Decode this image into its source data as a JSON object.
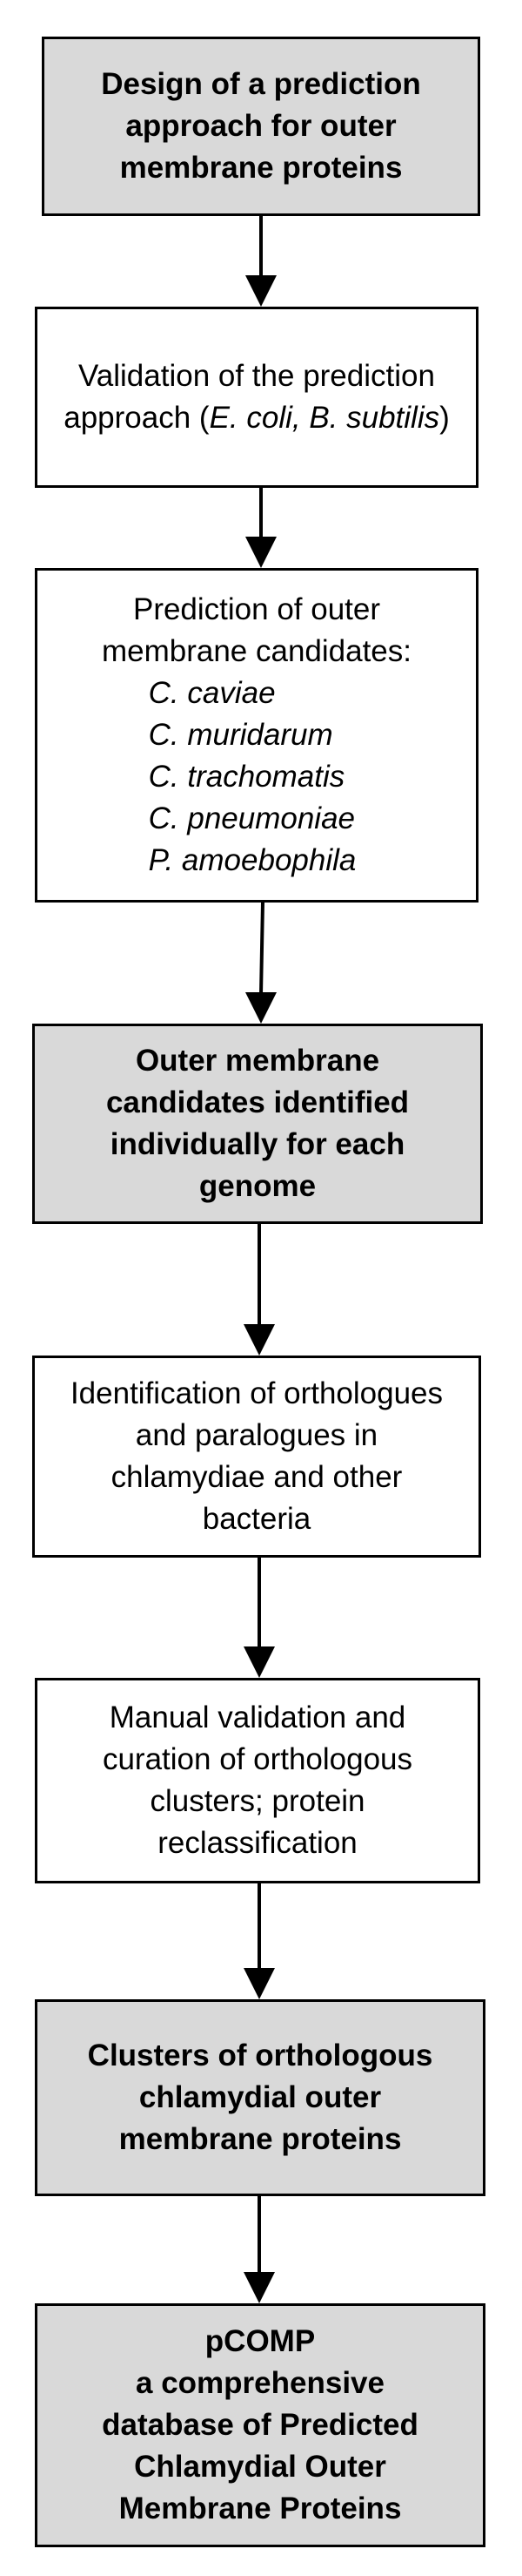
{
  "boxes": {
    "design": {
      "lines": [
        "Design of a prediction",
        "approach for outer",
        "membrane proteins"
      ]
    },
    "validation": {
      "line1": "Validation of the prediction",
      "line2_prefix": "approach (",
      "line2_italic": "E. coli, B. subtilis",
      "line2_suffix": ")"
    },
    "prediction": {
      "lines": [
        "Prediction of outer",
        "membrane candidates:"
      ],
      "species": [
        "C. caviae",
        "C. muridarum",
        "C. trachomatis",
        "C. pneumoniae",
        "P. amoebophila"
      ]
    },
    "candidates": {
      "lines": [
        "Outer membrane",
        "candidates identified",
        "individually for each",
        "genome"
      ]
    },
    "identification": {
      "lines": [
        "Identification of orthologues",
        "and paralogues in",
        "chlamydiae and other",
        "bacteria"
      ]
    },
    "manual": {
      "lines": [
        "Manual validation and",
        "curation of orthologous",
        "clusters; protein",
        "reclassification"
      ]
    },
    "clusters": {
      "lines": [
        "Clusters of orthologous",
        "chlamydial outer",
        "membrane proteins"
      ]
    },
    "pcomp": {
      "lines": [
        "pCOMP",
        "a comprehensive",
        "database of Predicted",
        "Chlamydial Outer",
        "Membrane Proteins"
      ]
    }
  },
  "colors": {
    "highlight_fill": "#d9d9d9",
    "plain_fill": "#ffffff",
    "stroke": "#000000"
  }
}
